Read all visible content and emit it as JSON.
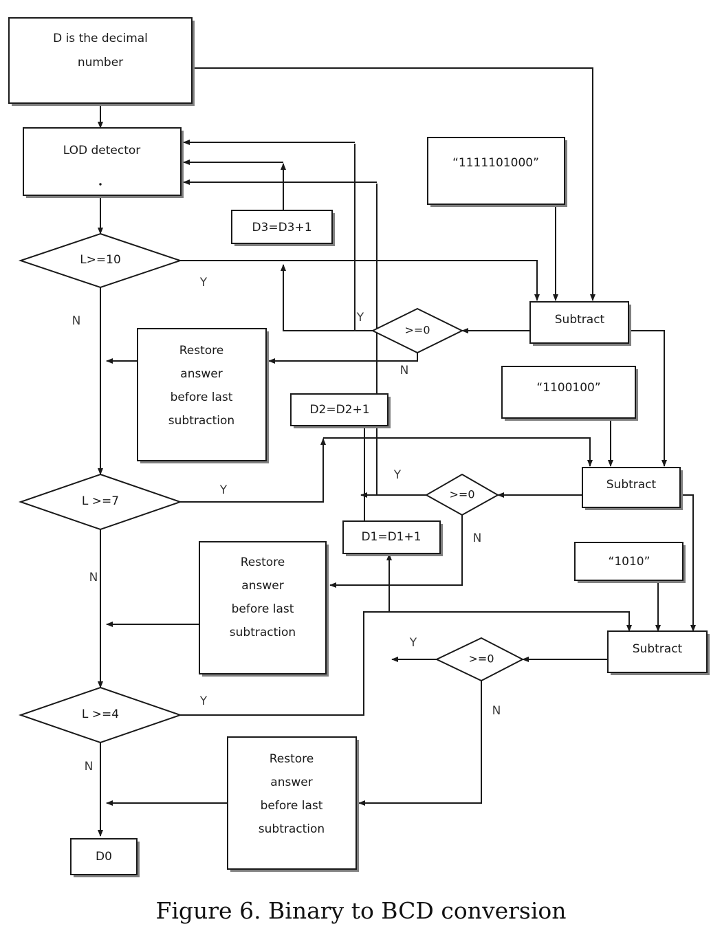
{
  "figure": {
    "caption": "Figure 6. Binary to BCD conversion",
    "diagram_type": "flowchart",
    "title": "Binary to BCD conversion"
  },
  "nodes": {
    "start": {
      "label": "D is the decimal number",
      "line1": "D is the decimal",
      "line2": "number",
      "shape": "process"
    },
    "lod": {
      "label": "LOD detector",
      "shape": "process"
    },
    "dec_l10": {
      "label": "L>=10",
      "shape": "decision"
    },
    "dec_l7": {
      "label": "L >=7",
      "shape": "decision"
    },
    "dec_l4": {
      "label": "L >=4",
      "shape": "decision"
    },
    "d3_inc": {
      "label": "D3=D3+1",
      "shape": "process"
    },
    "d2_inc": {
      "label": "D2=D2+1",
      "shape": "process"
    },
    "d1_inc": {
      "label": "D1=D1+1",
      "shape": "process"
    },
    "const_1000": {
      "label": "“1111101000”",
      "shape": "process"
    },
    "const_100": {
      "label": "“1100100”",
      "shape": "process"
    },
    "const_10": {
      "label": "“1010”",
      "shape": "process"
    },
    "sub1": {
      "label": "Subtract",
      "shape": "process"
    },
    "sub2": {
      "label": "Subtract",
      "shape": "process"
    },
    "sub3": {
      "label": "Subtract",
      "shape": "process"
    },
    "ge0_1": {
      "label": ">=0",
      "shape": "decision"
    },
    "ge0_2": {
      "label": ">=0",
      "shape": "decision"
    },
    "ge0_3": {
      "label": ">=0",
      "shape": "decision"
    },
    "restore1": {
      "line1": "Restore",
      "line2": "answer",
      "line3": "before last",
      "line4": "subtraction",
      "label": "Restore answer before last subtraction",
      "shape": "process"
    },
    "restore2": {
      "line1": "Restore",
      "line2": "answer",
      "line3": "before last",
      "line4": "subtraction",
      "label": "Restore answer before last subtraction",
      "shape": "process"
    },
    "restore3": {
      "line1": "Restore",
      "line2": "answer",
      "line3": "before last",
      "line4": "subtraction",
      "label": "Restore answer before last subtraction",
      "shape": "process"
    },
    "d0": {
      "label": "D0",
      "shape": "process"
    }
  },
  "edge_labels": {
    "y_l10": "Y",
    "n_l10": "N",
    "y_l7": "Y",
    "n_l7": "N",
    "y_l4": "Y",
    "n_l4": "N",
    "y_ge0_1": "Y",
    "n_ge0_1": "N",
    "y_ge0_2": "Y",
    "n_ge0_2": "N",
    "y_ge0_3": "Y",
    "n_ge0_3": "N"
  },
  "colors": {
    "stroke": "#1a1a1a",
    "shadow": "#808080",
    "fill": "#ffffff",
    "text": "#1a1a1a",
    "caption": "#111111"
  }
}
